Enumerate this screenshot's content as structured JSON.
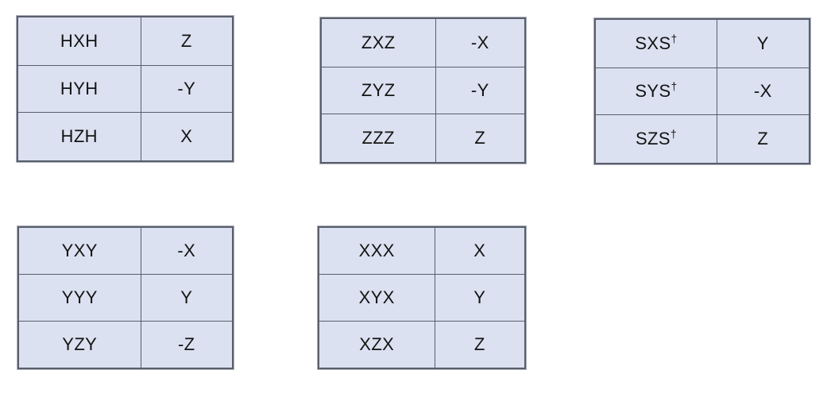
{
  "page": {
    "background_color": "#ffffff",
    "cell_fill_color": "#dbe1f0",
    "border_color": "#595e6a",
    "text_color": "#141414"
  },
  "tables": [
    {
      "id": "table-h",
      "name": "hadamard-conjugation-table",
      "rows": [
        {
          "operation": "HXH",
          "result": "Z"
        },
        {
          "operation": "HYH",
          "result": "-Y"
        },
        {
          "operation": "HZH",
          "result": "X"
        }
      ]
    },
    {
      "id": "table-z",
      "name": "pauli-z-conjugation-table",
      "rows": [
        {
          "operation": "ZXZ",
          "result": "-X"
        },
        {
          "operation": "ZYZ",
          "result": "-Y"
        },
        {
          "operation": "ZZZ",
          "result": "Z"
        }
      ]
    },
    {
      "id": "table-s",
      "name": "phase-s-conjugation-table",
      "rows": [
        {
          "operation_prefix": "SXS",
          "operation_sup": "†",
          "result": "Y"
        },
        {
          "operation_prefix": "SYS",
          "operation_sup": "†",
          "result": "-X"
        },
        {
          "operation_prefix": "SZS",
          "operation_sup": "†",
          "result": "Z"
        }
      ]
    },
    {
      "id": "table-y",
      "name": "pauli-y-conjugation-table",
      "rows": [
        {
          "operation": "YXY",
          "result": "-X"
        },
        {
          "operation": "YYY",
          "result": "Y"
        },
        {
          "operation": "YZY",
          "result": "-Z"
        }
      ]
    },
    {
      "id": "table-x",
      "name": "pauli-x-conjugation-table",
      "rows": [
        {
          "operation": "XXX",
          "result": "X"
        },
        {
          "operation": "XYX",
          "result": "Y"
        },
        {
          "operation": "XZX",
          "result": "Z"
        }
      ]
    }
  ]
}
